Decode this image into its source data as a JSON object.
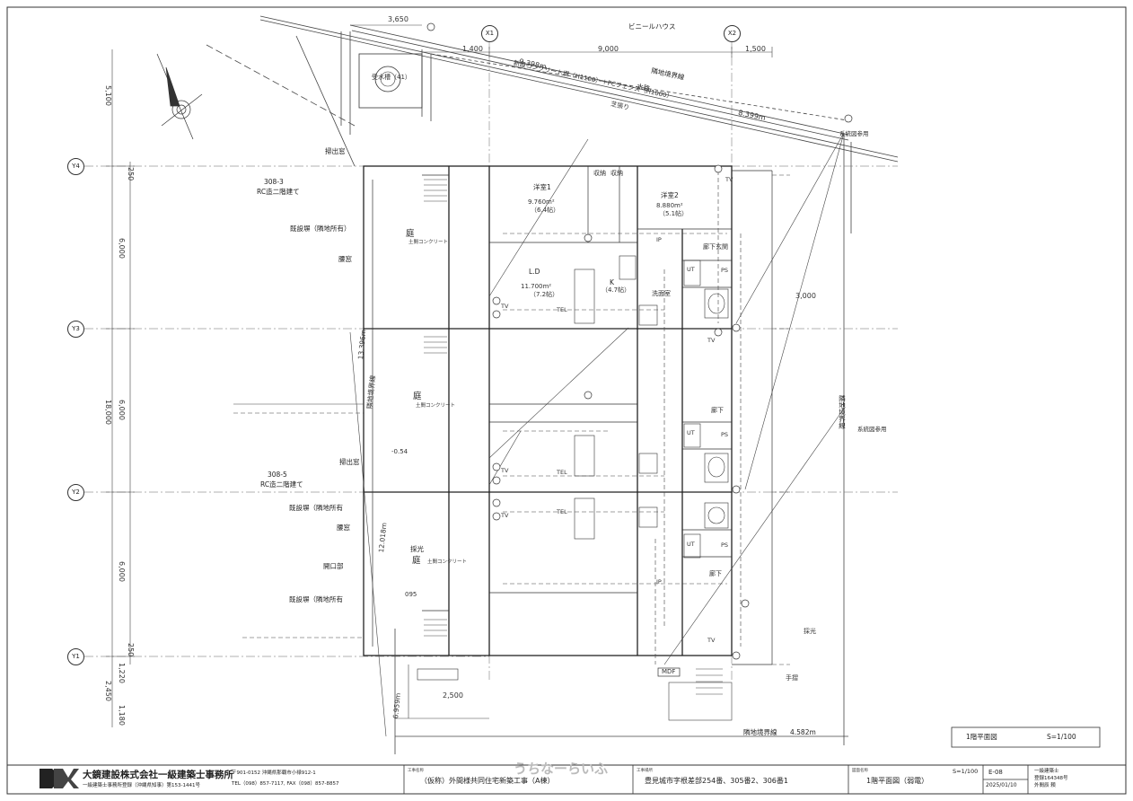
{
  "grid": {
    "x1": "X1",
    "x2": "X2",
    "y1": "Y1",
    "y2": "Y2",
    "y3": "Y3",
    "y4": "Y4"
  },
  "dimensions": {
    "top_3650": "3,650",
    "top_1400": "1,400",
    "top_9000": "9,000",
    "top_1500": "1,500",
    "left_5100": "5,100",
    "left_250_top": "250",
    "left_6000_a": "6,000",
    "left_18000": "18,000",
    "left_6000_b": "6,000",
    "left_6000_c": "6,000",
    "left_250_bottom": "250",
    "left_1220": "1,220",
    "left_2450": "2,450",
    "left_1180": "1,180",
    "right_3000": "3,000",
    "bottom_2500": "2,500",
    "line_9398": "9.398m",
    "line_8399": "8.399m",
    "line_13396": "13.396m",
    "line_12018": "12.018m",
    "line_6959": "6.959m",
    "line_4582": "4.582m"
  },
  "site": {
    "greenhouse": "ビニールハウス",
    "boundary_top": "隣地境界線",
    "waterway": "水路",
    "new_wall": "新設コンクリート塀（H1100）＋PCフェンス（H1000）",
    "lawn": "芝張り",
    "water_tank": "受水槽（41）",
    "ref_diagram_top": "系統図参用",
    "ref_diagram_right": "系統図参用",
    "boundary_right": "隣地境界線",
    "boundary_bottom": "隣地境界線",
    "boundary_left": "隣地境界線",
    "neighbor_308_3": "308-3",
    "neighbor_308_3_type": "RC造二階建て",
    "neighbor_308_5": "308-5",
    "neighbor_308_5_type": "RC造二階建て",
    "existing_wall_1": "既設塀（隣地所有）",
    "existing_wall_2": "既設塀（隣地所有",
    "existing_wall_3": "既設塀（隣地所有",
    "waist_window_1": "腰窓",
    "waist_window_2": "腰窓",
    "sweep_window_1": "掃出窓",
    "sweep_window_2": "掃出窓",
    "opening": "開口部",
    "lighting": "採光",
    "lighting_right": "採光",
    "level_054": "-0.54",
    "level_095": "095",
    "handrail": "手摺"
  },
  "rooms": {
    "western_1": "洋室1",
    "western_1_area": "9.760m²",
    "western_1_jo": "（6.4帖）",
    "western_2": "洋室2",
    "western_2_area": "8.880m²",
    "western_2_jo": "（5.1帖）",
    "closet_1": "収納",
    "closet_2": "収納",
    "ld": "L.D",
    "ld_area": "11.700m²",
    "ld_jo": "（7.2帖）",
    "kitchen": "K",
    "kitchen_jo": "（4.7帖）",
    "washroom": "洗面室",
    "hallway_1": "廊下",
    "hallway_2": "廊下",
    "hallway_3": "廊下",
    "entrance": "玄関",
    "garden_1": "庭",
    "garden_2": "庭",
    "garden_3": "庭",
    "garden_floor": "土間コンクリート",
    "tv": "TV",
    "tel": "TEL",
    "ut": "UT",
    "ps": "PS",
    "mdf": "MDF",
    "ip": "IP"
  },
  "title_block": {
    "company": "大鏡建設株式会社一級建築士事務所",
    "company_sub": "一級建築士事務所登録（沖縄県知事）第153-1441号",
    "address": "〒901-0152 沖縄県那覇市小禄912-1",
    "phone": "TEL（098）857-7117, FAX（098）857-8857",
    "project_head": "工事名称",
    "project": "（仮称）外間様共同住宅新築工事（A棟）",
    "location_head": "工事場所",
    "location": "豊見城市字根差部254番、305番2、306番1",
    "drawing_head": "図面名称",
    "drawing": "1階平面図（弱電）",
    "scale": "S=1/100",
    "sheet_no": "E-08",
    "date": "2025/01/10",
    "architect_1": "一級建築士",
    "architect_2": "登録164348号",
    "architect_3": "外間辰 頼",
    "watermark": "うちなーらいふ",
    "plan_label": "1階平面図",
    "plan_scale": "S=1/100"
  },
  "colors": {
    "line": "#2a2a2a",
    "paper": "#ffffff"
  }
}
